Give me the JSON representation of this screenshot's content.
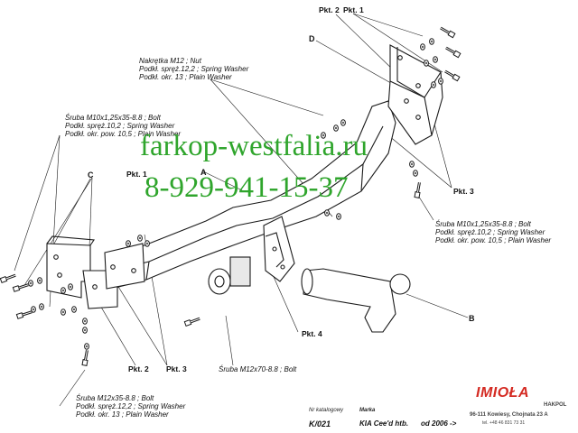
{
  "labels": {
    "nut_group": [
      "Nakrętka  M12 ; Nut",
      "Podkł. spręż.12,2 ; Spring Washer",
      "Podkł. okr. 13 ; Plain Washer"
    ],
    "bolt_left": [
      "Śruba M10x1,25x35-8.8 ;  Bolt",
      "Podkł. spręż.10,2 ; Spring Washer",
      "Podkł. okr. pow. 10,5 ; Plain Washer"
    ],
    "bolt_right": [
      "Śruba M10x1,25x35-8.8 ;  Bolt",
      "Podkł. spręż.10,2 ; Spring Washer",
      "Podkł. okr. pow. 10,5 ; Plain Washer"
    ],
    "bolt_bottom": [
      "Śruba M12x35-8.8 ;  Bolt",
      "Podkł. spręż.12,2 ; Spring Washer",
      "Podkł. okr. 13 ; Plain Washer"
    ],
    "bolt_center": "Śruba M12x70-8.8 ;  Bolt"
  },
  "pkt": {
    "top_left": "Pkt. 2",
    "top_right": "Pkt. 1",
    "right_mid": "Pkt. 3",
    "left_mid": "Pkt. 1",
    "center_low": "Pkt. 4",
    "bottom_left": "Pkt. 2",
    "bottom_right": "Pkt. 3"
  },
  "letters": {
    "a": "A",
    "b": "B",
    "c": "C",
    "d": "D"
  },
  "watermark": {
    "site": "farkop-westfalia.ru",
    "phone": "8-929-941-15-37"
  },
  "footer": {
    "catalog_label": "Nr katalogowy",
    "catalog_no": "K/021",
    "marka_label": "Marka",
    "vehicle": "KIA Cee'd  htb.",
    "year": "od  2006 ->"
  },
  "brand": {
    "name": "IMIOŁA",
    "sub": "HAKPOL",
    "address": "96-111 Kowiesy, Chojnata 23 A",
    "phone": "tel. +48 46 831 73 31"
  },
  "colors": {
    "watermark": "#2fa52c",
    "brand": "#d42a22",
    "line": "#1a1a1a"
  }
}
